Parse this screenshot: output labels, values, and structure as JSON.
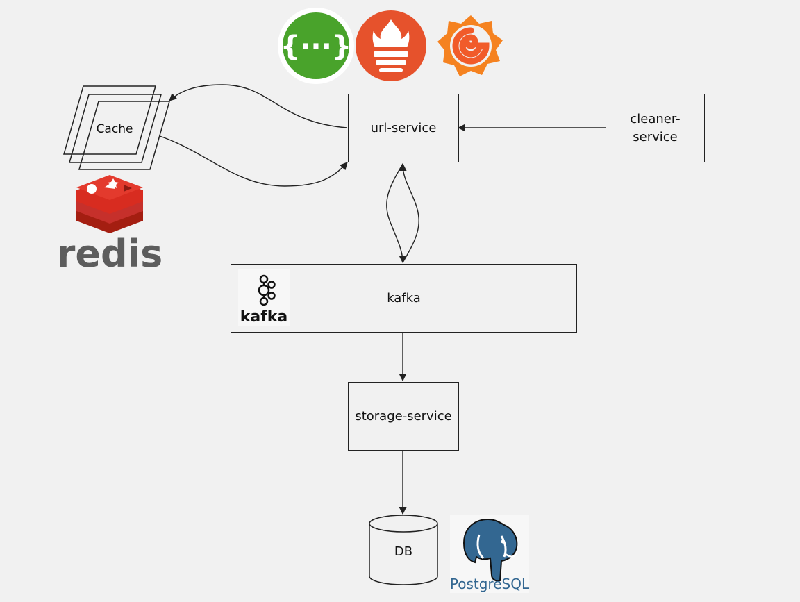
{
  "nodes": {
    "url_service": "url-service",
    "cleaner_service_line1": "cleaner-",
    "cleaner_service_line2": "service",
    "kafka": "kafka",
    "storage_service": "storage-service",
    "cache": "Cache",
    "db": "DB"
  },
  "logos": {
    "swagger_icon": "{···}",
    "redis_wordmark": "redis",
    "kafka_wordmark": "kafka",
    "postgres_wordmark": "PostgreSQL",
    "swagger_color": "#49a32b",
    "prometheus_color": "#e6522c",
    "grafana_color": "#f58220",
    "redis_color": "#c6302b",
    "postgres_color": "#336791"
  },
  "colors": {
    "background": "#f1f1f1",
    "stroke": "#222222"
  }
}
